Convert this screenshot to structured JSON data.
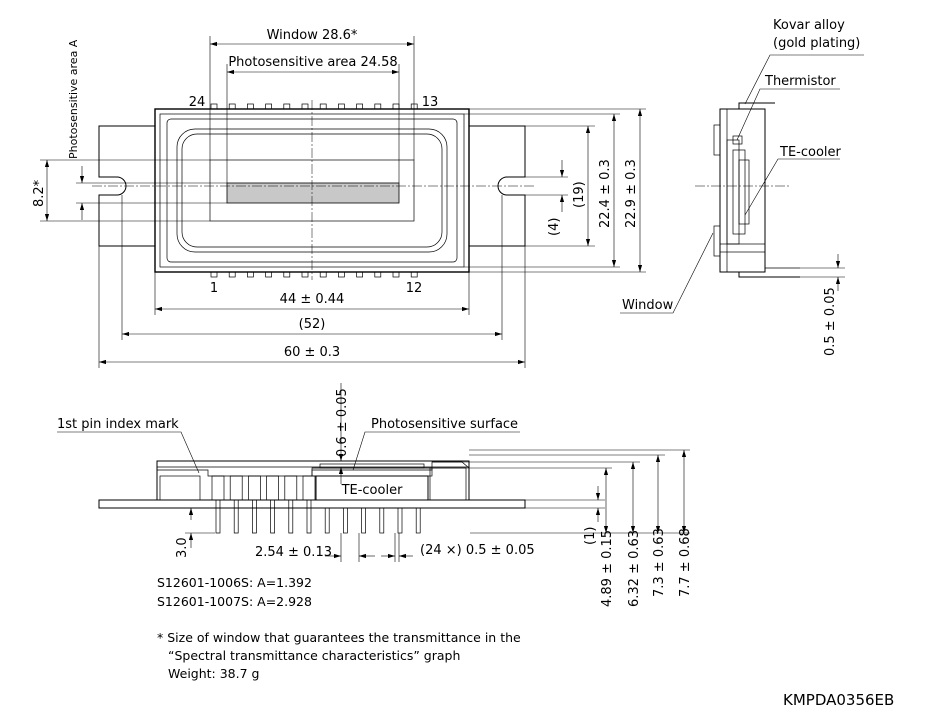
{
  "top_view": {
    "window": "Window 28.6*",
    "photosensitive_area": "Photosensitive area 24.58",
    "photosensitive_area_a": "Photosensitive area A",
    "pin_24": "24",
    "pin_13": "13",
    "pin_1": "1",
    "pin_12": "12",
    "height_8_2": "8.2*",
    "dim_4": "(4)",
    "dim_19": "(19)",
    "dim_22_4": "22.4 ± 0.3",
    "dim_22_9": "22.9 ± 0.3",
    "dim_44": "44 ± 0.44",
    "dim_52": "(52)",
    "dim_60": "60 ± 0.3"
  },
  "side_view": {
    "kovar_line1": "Kovar alloy",
    "kovar_line2": "(gold plating)",
    "thermistor": "Thermistor",
    "te_cooler": "TE-cooler",
    "window": "Window",
    "dim_0_5": "0.5 ± 0.05"
  },
  "front_view": {
    "pin_index": "1st pin index mark",
    "dim_0_6": "0.6 ± 0.05",
    "photosensitive_surface": "Photosensitive surface",
    "te_cooler": "TE-cooler",
    "dim_3_0": "3.0",
    "pitch": "2.54 ± 0.13",
    "pin_width": "(24 ×) 0.5 ± 0.05",
    "dim_1": "(1)",
    "dim_4_89": "4.89 ± 0.15",
    "dim_6_32": "6.32 ± 0.63",
    "dim_7_3": "7.3 ± 0.63",
    "dim_7_7": "7.7 ± 0.68"
  },
  "notes": {
    "model_1006": "S12601-1006S: A=1.392",
    "model_1007": "S12601-1007S: A=2.928",
    "footnote_1": "* Size of window that guarantees the transmittance in the",
    "footnote_2": "“Spectral transmittance characteristics” graph",
    "weight": "Weight: 38.7 g"
  },
  "code": "KMPDA0356EB",
  "colors": {
    "line": "#000000",
    "photosensitive_fill": "#c8c8c8",
    "background": "#ffffff"
  }
}
